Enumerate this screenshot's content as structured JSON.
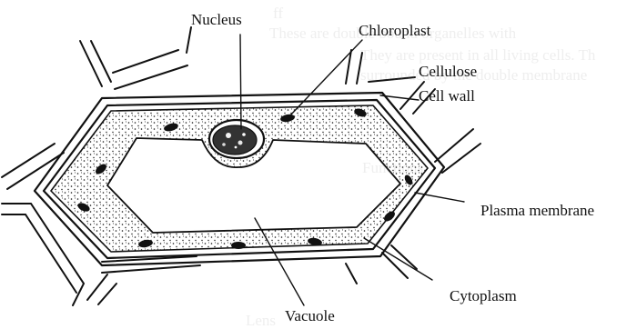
{
  "labels": {
    "nucleus": "Nucleus",
    "chloroplast": "Chloroplast",
    "cellulose": "Cellulose",
    "cell_wall": "Cell wall",
    "plasma_membrane": "Plasma membrane",
    "cytoplasm": "Cytoplasm",
    "vacuole": "Vacuole"
  },
  "colors": {
    "ink": "#111111",
    "paper": "#ffffff",
    "bleed_through": "#8a8a8a"
  }
}
